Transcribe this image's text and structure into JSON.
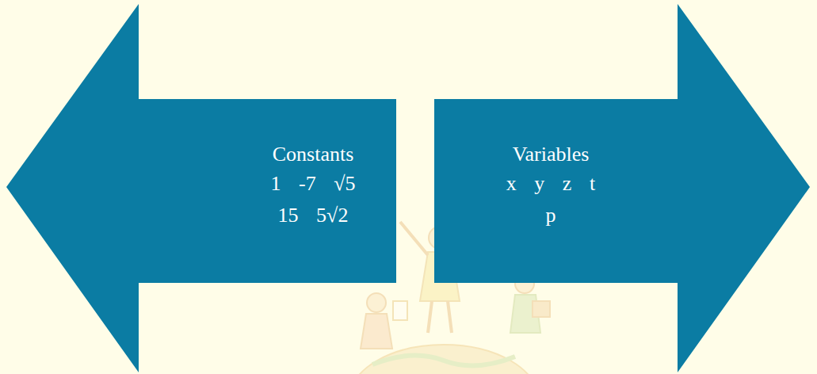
{
  "diagram": {
    "nodes": [
      {
        "text": [
          "Constants",
          "1 -7 √5 15 5√2"
        ]
      },
      {
        "text": [
          "Variables",
          "x y z t p"
        ]
      }
    ]
  }
}
